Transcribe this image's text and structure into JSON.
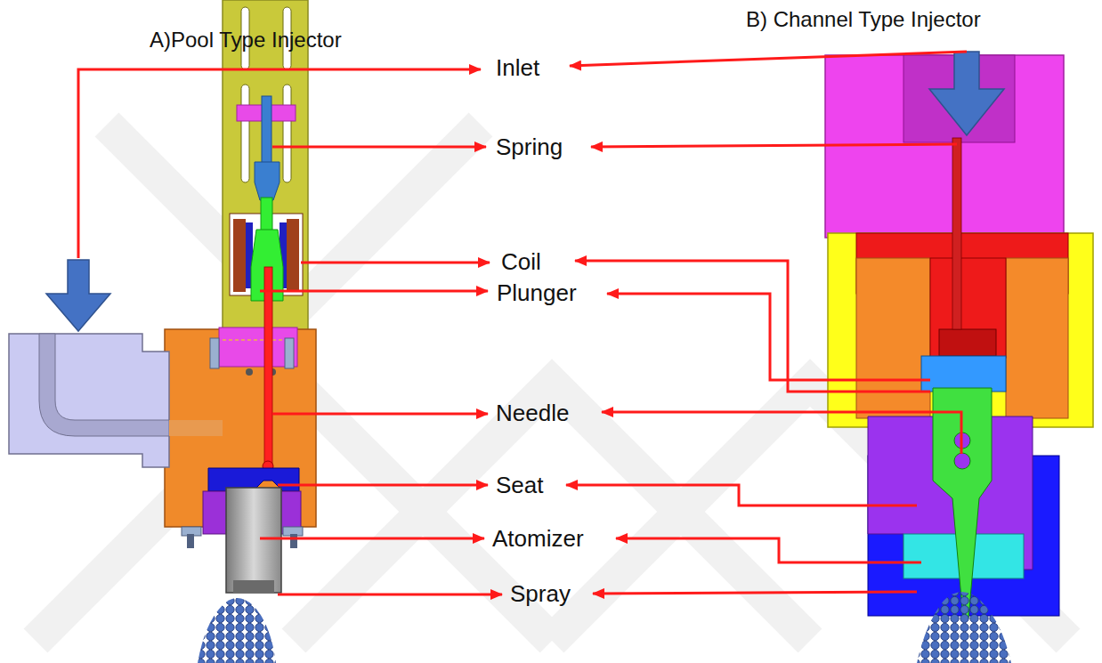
{
  "diagram": {
    "labels": [
      "A)Pool Type Injector",
      "B) Channel Type Injector",
      "Inlet",
      "Spring",
      "Coil",
      "Plunger",
      "Needle",
      "Seat",
      "Atomizer",
      "Spray"
    ]
  }
}
